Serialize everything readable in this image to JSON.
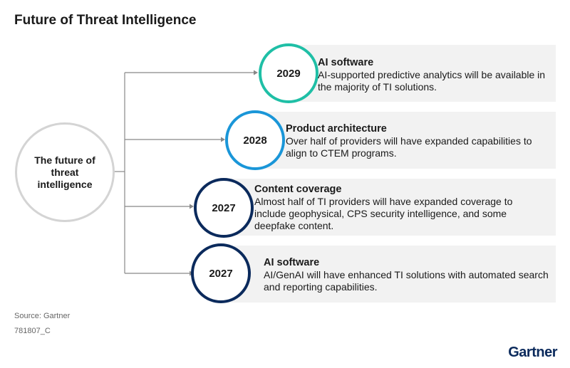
{
  "title": "Future of Threat Intelligence",
  "center": "The future of threat intelligence",
  "items": [
    {
      "year": "2029",
      "heading": "AI software",
      "text": "AI-supported predictive analytics will be available in the majority of TI solutions.",
      "color": "#1fbfa6"
    },
    {
      "year": "2028",
      "heading": "Product architecture",
      "text": "Over half of providers will have expanded capabilities to align to CTEM programs.",
      "color": "#1a96d8"
    },
    {
      "year": "2027",
      "heading": "Content coverage",
      "text": "Almost half of TI providers will have expanded coverage to include geophysical, CPS security intelligence, and some deepfake content.",
      "color": "#0b2a5c"
    },
    {
      "year": "2027",
      "heading": "AI software",
      "text": "AI/GenAI will have enhanced TI solutions with automated search and reporting capabilities.",
      "color": "#0b2a5c"
    }
  ],
  "footer": {
    "source": "Source: Gartner",
    "id": "781807_C"
  },
  "logo": "Gartner"
}
